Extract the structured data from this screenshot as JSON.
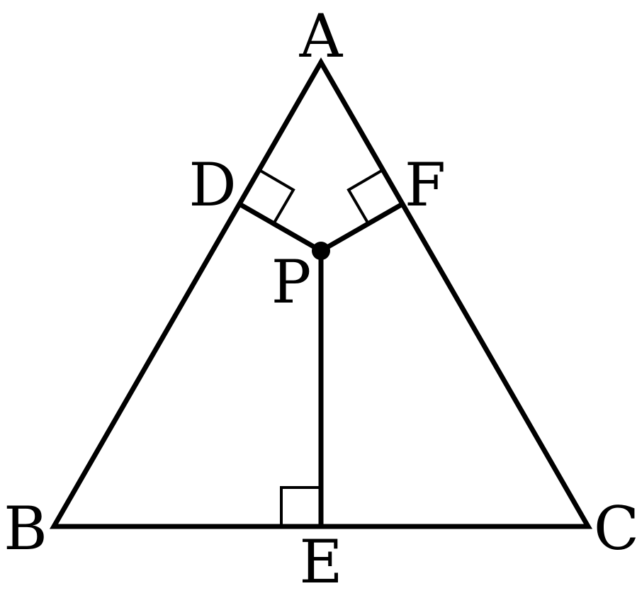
{
  "diagram": {
    "stroke_color": "#000000",
    "background": "#ffffff",
    "labels": {
      "A": "A",
      "B": "B",
      "C": "C",
      "D": "D",
      "E": "E",
      "F": "F",
      "P": "P"
    },
    "right_angle_marks": [
      "D",
      "F",
      "E"
    ],
    "point_marker": "P"
  }
}
